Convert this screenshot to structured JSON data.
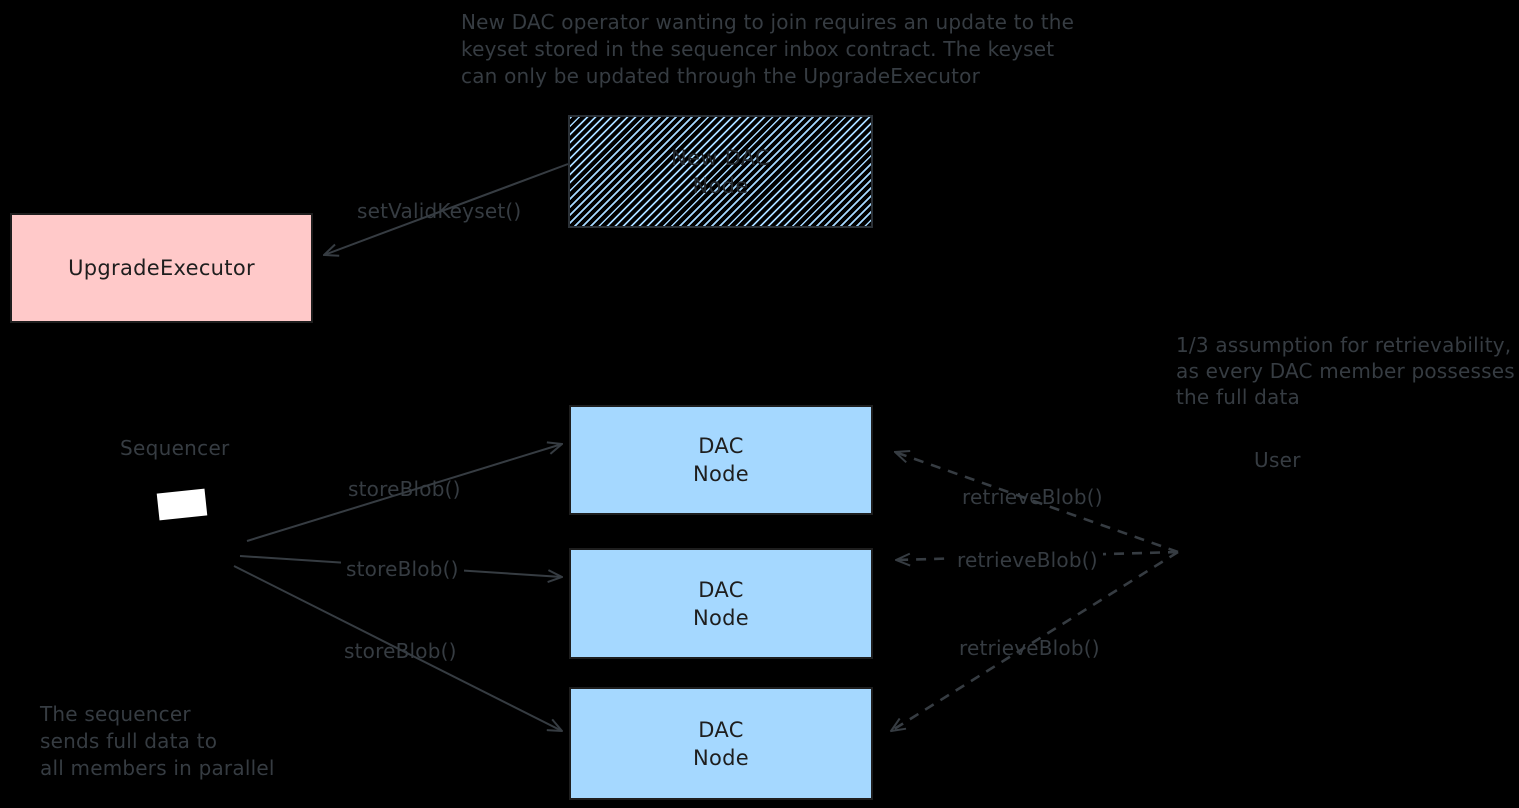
{
  "colors": {
    "background": "#000000",
    "ink": "#363c42",
    "box_stroke": "#1e1e1e",
    "dac_node_fill": "#a5d8ff",
    "upgrade_executor_fill": "#ffc9c9",
    "sequencer_screen_fill": "#ffffff"
  },
  "notes": {
    "top": "New DAC operator wanting to join requires an update to the\nkeyset stored in the sequencer inbox contract. The keyset\ncan only be updated through the UpgradeExecutor",
    "right": "1/3 assumption for retrievability,\nas every DAC member possesses\nthe full data",
    "bottom_left": "The sequencer\nsends full data to\nall members in parallel"
  },
  "boxes": {
    "new_dac_node": {
      "label": "New DAC\nNode"
    },
    "upgrade_executor": {
      "label": "UpgradeExecutor"
    },
    "dac_nodes": [
      {
        "label": "DAC\nNode"
      },
      {
        "label": "DAC\nNode"
      },
      {
        "label": "DAC\nNode"
      }
    ]
  },
  "actors": {
    "sequencer": "Sequencer",
    "user": "User"
  },
  "edges": {
    "set_valid_keyset": {
      "label": "setValidKeyset()",
      "style": "solid"
    },
    "store_blob": [
      {
        "label": "storeBlob()",
        "style": "solid"
      },
      {
        "label": "storeBlob()",
        "style": "solid"
      },
      {
        "label": "storeBlob()",
        "style": "solid"
      }
    ],
    "retrieve_blob": [
      {
        "label": "retrieveBlob()",
        "style": "dashed"
      },
      {
        "label": "retrieveBlob()",
        "style": "dashed"
      },
      {
        "label": "retrieveBlob()",
        "style": "dashed"
      }
    ]
  }
}
